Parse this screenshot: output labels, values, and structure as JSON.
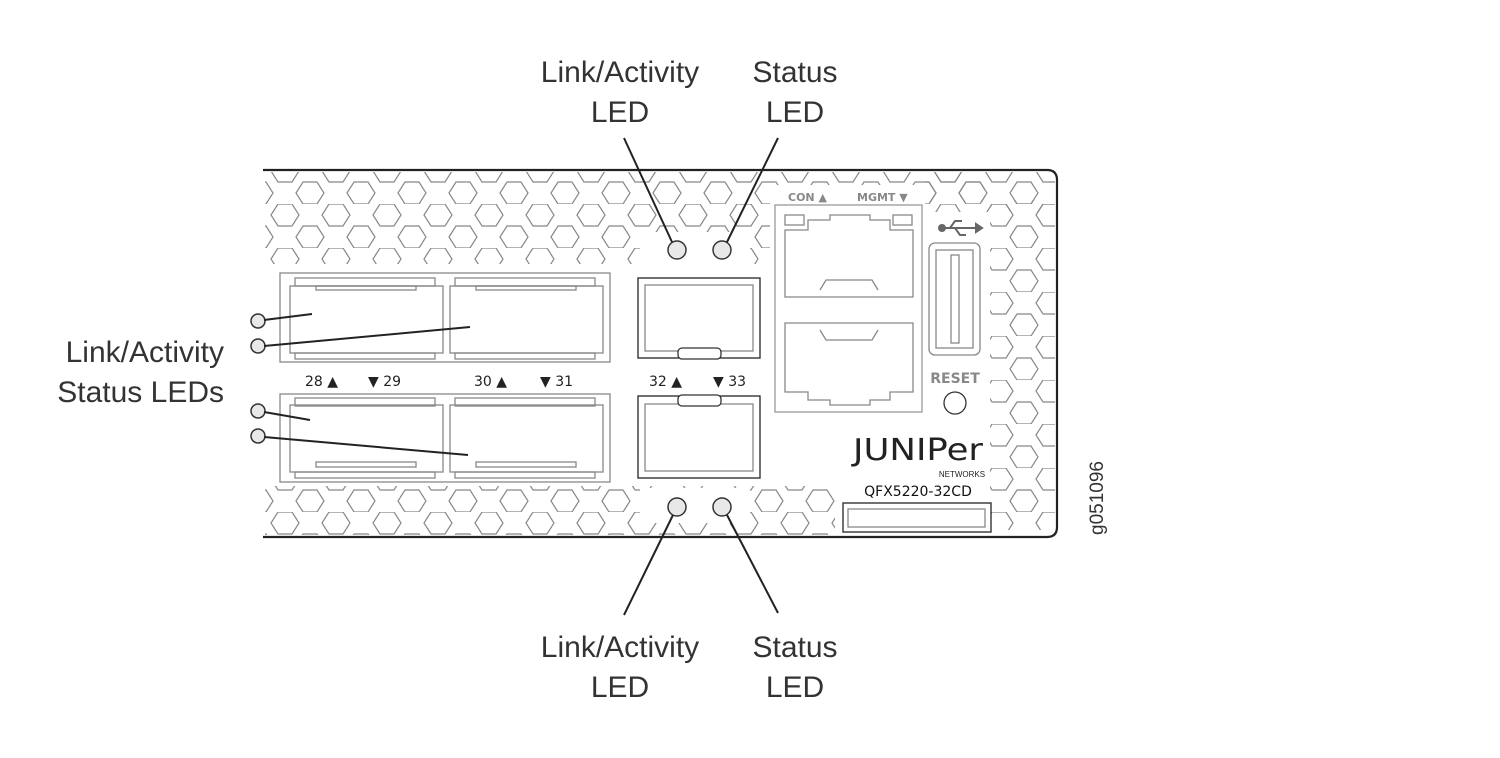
{
  "callouts": {
    "top_link_activity": [
      "Link/Activity",
      "LED"
    ],
    "top_status": [
      "Status",
      "LED"
    ],
    "bottom_link_activity": [
      "Link/Activity",
      "LED"
    ],
    "bottom_status": [
      "Status",
      "LED"
    ],
    "left_leds": [
      "Link/Activity",
      "Status LEDs"
    ]
  },
  "port_labels": [
    "28 ▲",
    "▼ 29",
    "30 ▲",
    "▼ 31",
    "32 ▲",
    "▼ 33"
  ],
  "mgmt": {
    "con_label": "CON ▲",
    "mgmt_label": "MGMT ▼",
    "reset_label": "RESET"
  },
  "brand": {
    "logo": "JUNIPer",
    "sub": "NETWORKS",
    "model": "QFX5220-32CD"
  },
  "figure_id": "g051096"
}
